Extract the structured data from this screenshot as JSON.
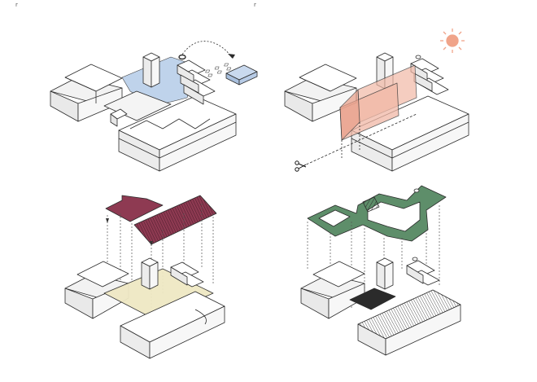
{
  "sheet": {
    "corner_marks": [
      "r",
      "r"
    ]
  },
  "colors": {
    "background": "#ffffff",
    "line": "#2b2b2b",
    "block_top": "#ffffff",
    "block_side": "#f2f2f2",
    "block_dark": "#d9d9d9",
    "blue_overlay": "#b9cfe9",
    "blue_block": "#c9d9ee",
    "red_section": "#f1b8a6",
    "sun": "#f0a48a",
    "roof_maroon": "#8e3a52",
    "ground_yellow": "#efe8c4",
    "green_outline": "#5e8e6a",
    "dark_roof": "#3a3a3a"
  },
  "panels": [
    {
      "name": "panel-top-left",
      "theme": "relocated-block"
    },
    {
      "name": "panel-top-right",
      "theme": "sun-section-cut"
    },
    {
      "name": "panel-bottom-left",
      "theme": "roof-projection"
    },
    {
      "name": "panel-bottom-right",
      "theme": "green-path-projection"
    }
  ],
  "icons": {
    "scissors": "scissors-icon",
    "sun": "sun-icon"
  }
}
